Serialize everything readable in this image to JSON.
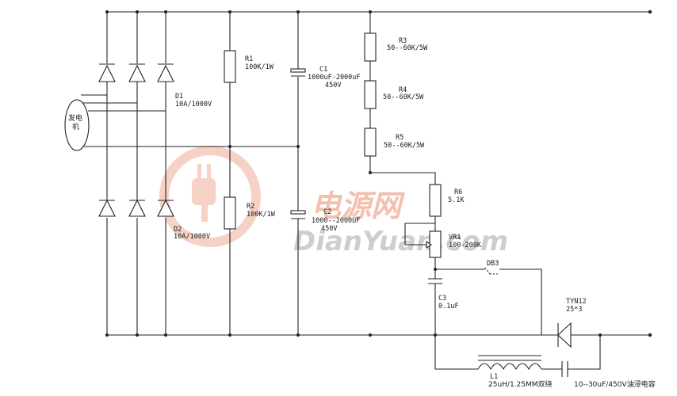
{
  "generator": {
    "label_line1": "发电",
    "label_line2": "机"
  },
  "components": {
    "D1": {
      "name": "D1",
      "rating": "10A/1000V"
    },
    "D2": {
      "name": "D2",
      "rating": "10A/1000V"
    },
    "R1": {
      "name": "R1",
      "value": "100K/1W"
    },
    "R2": {
      "name": "R2",
      "value": "100K/1W"
    },
    "C1": {
      "name": "C1",
      "value": "1000uF-2000uF",
      "voltage": "450V"
    },
    "C2": {
      "name": "C2",
      "value": "1000--2000UF",
      "voltage": "450V"
    },
    "R3": {
      "name": "R3",
      "value": "50--60K/5W"
    },
    "R4": {
      "name": "R4",
      "value": "50--60K/5W"
    },
    "R5": {
      "name": "R5",
      "value": "50--60K/5W"
    },
    "R6": {
      "name": "R6",
      "value": "5.1K"
    },
    "VR1": {
      "name": "VR1",
      "value": "100-200K"
    },
    "DB3": {
      "name": "DB3"
    },
    "C3": {
      "name": "C3",
      "value": "0.1uF"
    },
    "TYN12": {
      "name": "TYN12",
      "value": "25*3"
    },
    "L1": {
      "name": "L1",
      "value": "25uH/1.25MM双绕"
    },
    "Cout": {
      "value": "10--30uF/450V油浸电容"
    }
  },
  "watermark": {
    "cn": "电源网",
    "en": "DianYuan.com",
    "color": "#f2b9a6"
  }
}
